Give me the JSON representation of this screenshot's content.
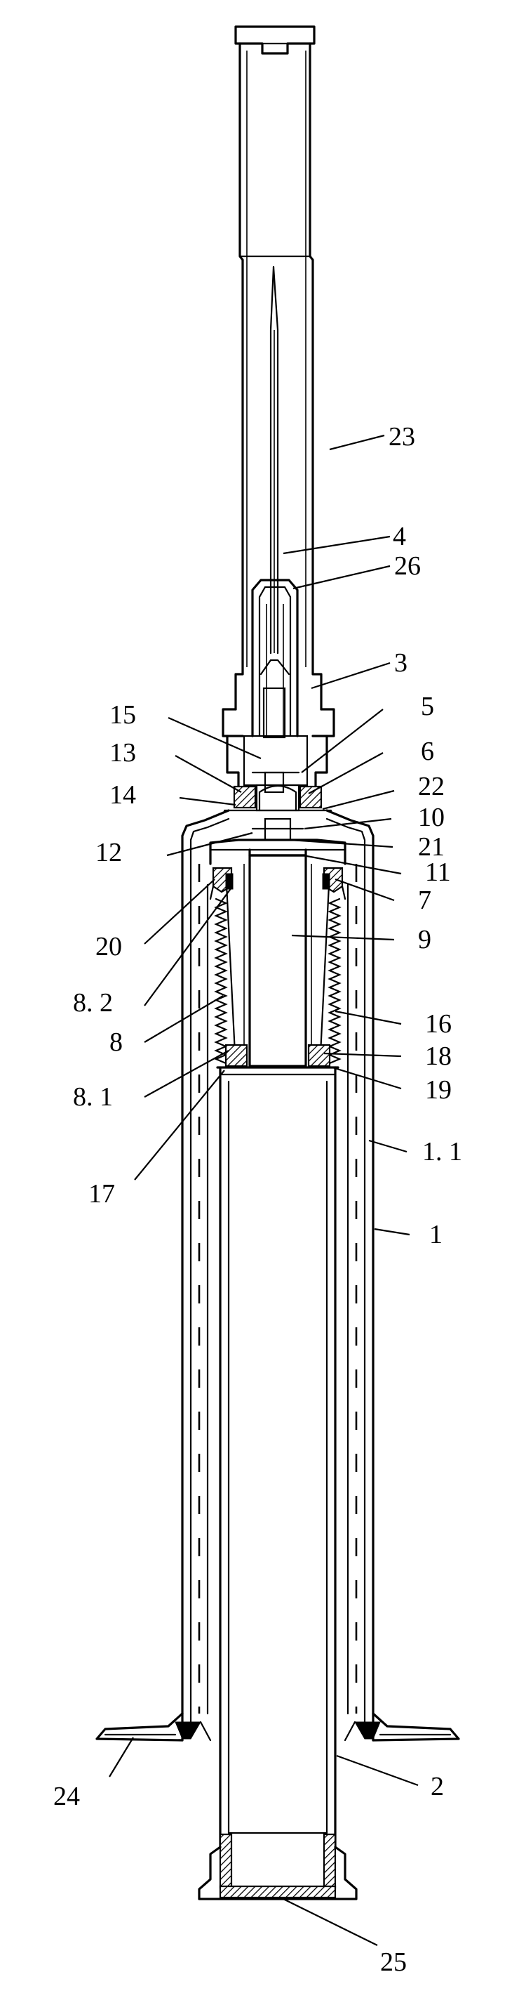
{
  "figure": {
    "callouts": [
      {
        "id": "23"
      },
      {
        "id": "4"
      },
      {
        "id": "26"
      },
      {
        "id": "3"
      },
      {
        "id": "15"
      },
      {
        "id": "5"
      },
      {
        "id": "13"
      },
      {
        "id": "6"
      },
      {
        "id": "14"
      },
      {
        "id": "22"
      },
      {
        "id": "10"
      },
      {
        "id": "12"
      },
      {
        "id": "21"
      },
      {
        "id": "11"
      },
      {
        "id": "7"
      },
      {
        "id": "20"
      },
      {
        "id": "9"
      },
      {
        "id": "8. 2"
      },
      {
        "id": "16"
      },
      {
        "id": "8"
      },
      {
        "id": "18"
      },
      {
        "id": "19"
      },
      {
        "id": "8. 1"
      },
      {
        "id": "1. 1"
      },
      {
        "id": "17"
      },
      {
        "id": "1"
      },
      {
        "id": "24"
      },
      {
        "id": "2"
      },
      {
        "id": "25"
      }
    ]
  }
}
